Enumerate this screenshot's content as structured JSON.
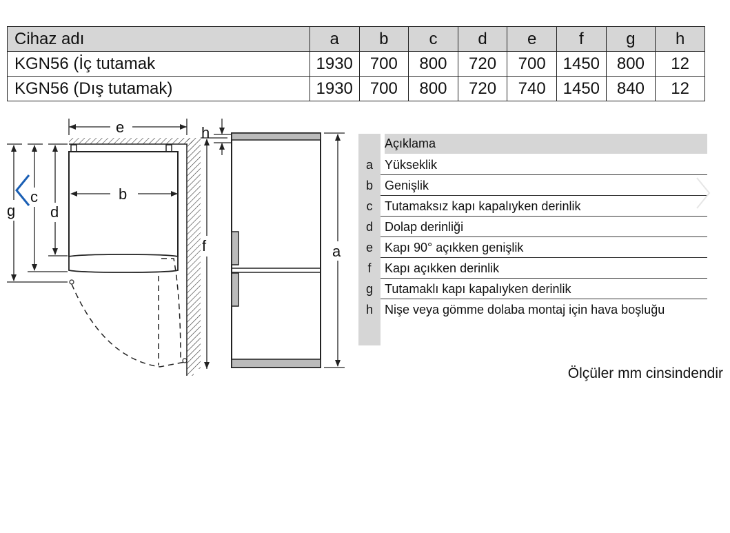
{
  "table": {
    "headers": [
      "Cihaz adı",
      "a",
      "b",
      "c",
      "d",
      "e",
      "f",
      "g",
      "h"
    ],
    "rows": [
      [
        "KGN56 (İç tutamak",
        "1930",
        "700",
        "800",
        "720",
        "700",
        "1450",
        "800",
        "12"
      ],
      [
        "KGN56 (Dış tutamak)",
        "1930",
        "700",
        "800",
        "720",
        "740",
        "1450",
        "840",
        "12"
      ]
    ]
  },
  "diagram_labels": {
    "e": "e",
    "h": "h",
    "c": "c",
    "g": "g",
    "d": "d",
    "b": "b",
    "f": "f",
    "a": "a"
  },
  "legend": {
    "title": "Açıklama",
    "items": [
      {
        "key": "a",
        "text": "Yükseklik"
      },
      {
        "key": "b",
        "text": "Genişlik"
      },
      {
        "key": "c",
        "text": "Tutamaksız kapı kapalıyken derinlik"
      },
      {
        "key": "d",
        "text": "Dolap derinliği"
      },
      {
        "key": "e",
        "text": "Kapı 90° açıkken genişlik"
      },
      {
        "key": "f",
        "text": "Kapı açıkken derinlik"
      },
      {
        "key": "g",
        "text": "Tutamaklı kapı kapalıyken derinlik"
      },
      {
        "key": "h",
        "text": "Nişe veya gömme dolaba montaj için hava boşluğu"
      }
    ]
  },
  "footnote": "Ölçüler mm cinsindendir",
  "icons": {
    "prev": "chevron-left-icon",
    "next": "chevron-right-icon"
  },
  "colors": {
    "header_gray": "#d6d6d6",
    "nav_accent": "#1a5fb4"
  }
}
